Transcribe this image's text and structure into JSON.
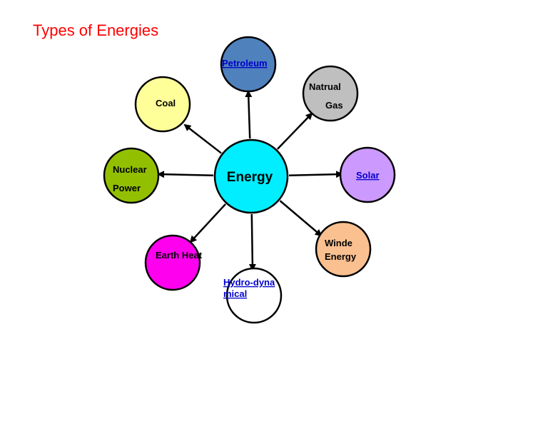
{
  "title": "Types of Energies",
  "colors": {
    "title": "#ff0000",
    "link": "#0000cc",
    "text": "#000000",
    "center": "#00eeff"
  },
  "center": {
    "label": "Energy"
  },
  "nodes": [
    {
      "id": "petroleum",
      "lines": [
        "Petroleum"
      ],
      "fill": "#4f81bd",
      "link": true
    },
    {
      "id": "natural-gas",
      "lines": [
        "Natrual",
        "Gas"
      ],
      "fill": "#bfbfbf",
      "link": false
    },
    {
      "id": "solar",
      "lines": [
        "Solar"
      ],
      "fill": "#cc99ff",
      "link": true
    },
    {
      "id": "wind-energy",
      "lines": [
        "Winde",
        "Energy"
      ],
      "fill": "#fac090",
      "link": false
    },
    {
      "id": "hydro-dynamical",
      "lines": [
        "Hydro-dyna",
        "mical"
      ],
      "fill": "#ffffff",
      "link": true
    },
    {
      "id": "earth-heat",
      "lines": [
        "Earth Heat"
      ],
      "fill": "#ff00ee",
      "link": false
    },
    {
      "id": "nuclear-power",
      "lines": [
        "Nuclear",
        "Power"
      ],
      "fill": "#92c000",
      "link": false
    },
    {
      "id": "coal",
      "lines": [
        "Coal"
      ],
      "fill": "#ffff99",
      "link": false
    }
  ]
}
